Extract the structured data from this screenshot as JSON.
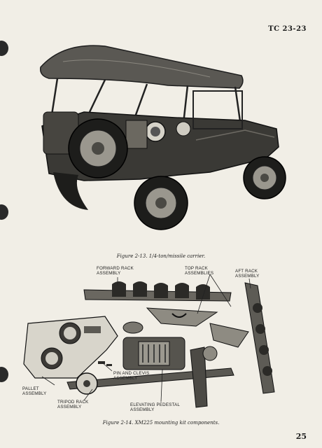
{
  "header": {
    "doc_id": "TC 23-23"
  },
  "figure_13": {
    "caption": "Figure 2-13. 1/4-ton/missile carrier."
  },
  "figure_14": {
    "caption": "Figure 2-14. XM225 mounting kit components.",
    "labels": {
      "forward_rack": [
        "FORWARD RACK",
        "ASSEMBLY"
      ],
      "top_rack": [
        "TOP RACK",
        "ASSEMBLIES"
      ],
      "aft_rack": [
        "AFT RACK",
        "ASSEMBLY"
      ],
      "pin_clevis": [
        "PIN AND CLEVIS",
        "ASSEMBLY"
      ],
      "pallet": [
        "PALLET",
        "ASSEMBLY"
      ],
      "tripod_rack": [
        "TRIPOD RACK",
        "ASSEMBLY"
      ],
      "elevating_pedestal": [
        "ELEVATING PEDESTAL",
        "ASSEMBLY"
      ]
    }
  },
  "footer": {
    "page_number": "25"
  }
}
